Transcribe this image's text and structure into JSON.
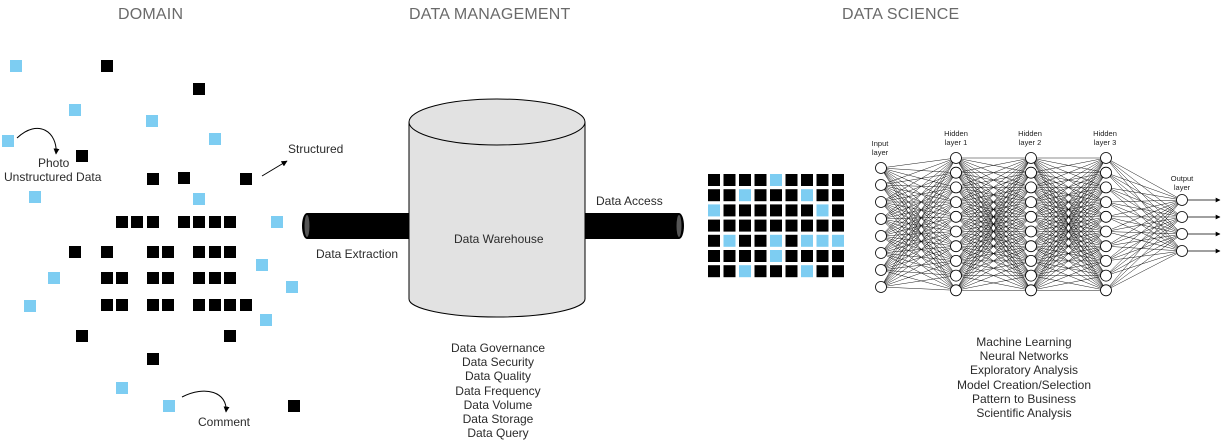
{
  "headings": {
    "domain": "DOMAIN",
    "data_management": "DATA MANAGEMENT",
    "data_science": "DATA SCIENCE"
  },
  "domain": {
    "photo_label": "Photo",
    "unstructured_label": "Unstructured Data",
    "structured_label": "Structured",
    "comment_label": "Comment"
  },
  "pipeline": {
    "extraction_label": "Data Extraction",
    "warehouse_label": "Data Warehouse",
    "access_label": "Data Access"
  },
  "management_items": [
    "Data Governance",
    "Data Security",
    "Data Quality",
    "Data Frequency",
    "Data Volume",
    "Data Storage",
    "Data Query"
  ],
  "network": {
    "input_label": "Input layer",
    "hidden1_label": "Hidden layer 1",
    "hidden2_label": "Hidden layer 2",
    "hidden3_label": "Hidden layer 3",
    "output_label": "Output layer"
  },
  "science_items": [
    "Machine Learning",
    "Neural Networks",
    "Exploratory Analysis",
    "Model Creation/Selection",
    "Pattern to Business",
    "Scientific Analysis"
  ],
  "colors": {
    "black_square": "#000000",
    "blue_square": "#7dcdf2",
    "cylinder_fill": "#e2e2e2",
    "pipe": "#000000"
  }
}
